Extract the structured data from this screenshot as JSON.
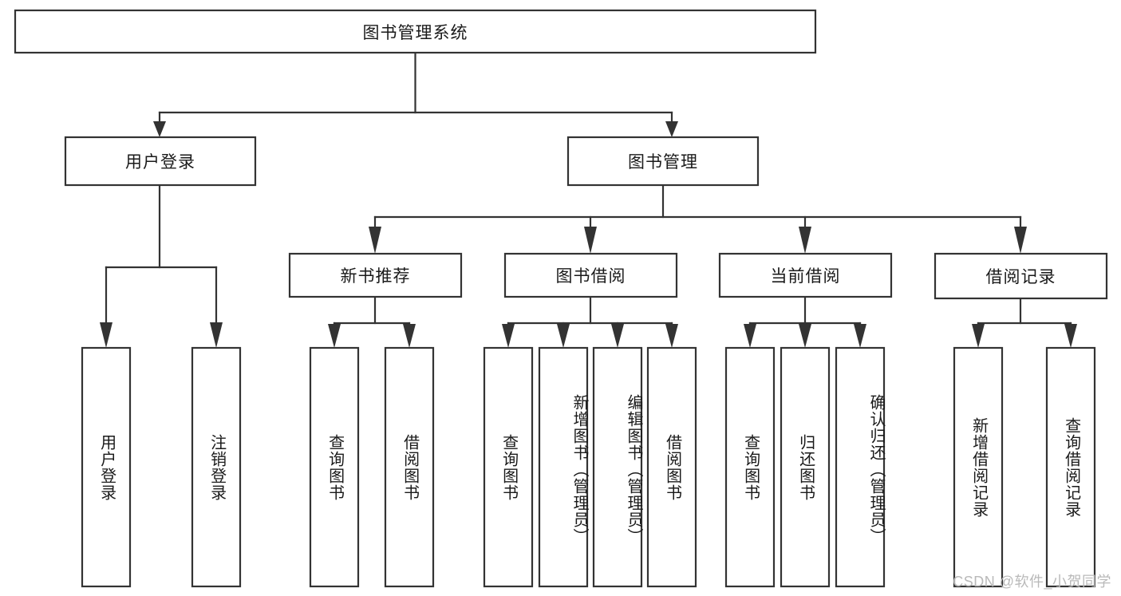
{
  "diagram": {
    "title": "图书管理系统",
    "type": "tree-hierarchy-chart",
    "background_color": "#ffffff",
    "line_color": "#333333",
    "text_color": "#1a1a1a",
    "root": {
      "id": "root",
      "label": "图书管理系统",
      "orientation": "horizontal"
    },
    "level1": [
      {
        "id": "user-login",
        "label": "用户登录",
        "orientation": "horizontal"
      },
      {
        "id": "book-manage",
        "label": "图书管理",
        "orientation": "horizontal"
      }
    ],
    "level2": [
      {
        "id": "new-book-recommend",
        "label": "新书推荐",
        "orientation": "horizontal",
        "parent": "book-manage"
      },
      {
        "id": "book-borrow",
        "label": "图书借阅",
        "orientation": "horizontal",
        "parent": "book-manage"
      },
      {
        "id": "current-borrow",
        "label": "当前借阅",
        "orientation": "horizontal",
        "parent": "book-manage"
      },
      {
        "id": "borrow-record",
        "label": "借阅记录",
        "orientation": "horizontal",
        "parent": "book-manage"
      }
    ],
    "leaves": {
      "user_login": [
        {
          "id": "leaf-user-login",
          "label": "用户登录",
          "orientation": "vertical"
        },
        {
          "id": "leaf-logout-login",
          "label": "注销登录",
          "orientation": "vertical"
        }
      ],
      "new_book_recommend": [
        {
          "id": "leaf-query-book-1",
          "label": "查询图书",
          "orientation": "vertical"
        },
        {
          "id": "leaf-borrow-book-1",
          "label": "借阅图书",
          "orientation": "vertical"
        }
      ],
      "book_borrow": [
        {
          "id": "leaf-query-book-2",
          "label": "查询图书",
          "orientation": "vertical"
        },
        {
          "id": "leaf-add-book",
          "label": "新增图书（管理员）",
          "orientation": "vertical"
        },
        {
          "id": "leaf-edit-book",
          "label": "编辑图书（管理员）",
          "orientation": "vertical"
        },
        {
          "id": "leaf-borrow-book-2",
          "label": "借阅图书",
          "orientation": "vertical"
        }
      ],
      "current_borrow": [
        {
          "id": "leaf-query-book-3",
          "label": "查询图书",
          "orientation": "vertical"
        },
        {
          "id": "leaf-return-book",
          "label": "归还图书",
          "orientation": "vertical"
        },
        {
          "id": "leaf-confirm-return",
          "label": "确认归还（管理员）",
          "orientation": "vertical"
        }
      ],
      "borrow_record": [
        {
          "id": "leaf-add-borrow-record",
          "label": "新增借阅记录",
          "orientation": "vertical"
        },
        {
          "id": "leaf-query-borrow-record",
          "label": "查询借阅记录",
          "orientation": "vertical"
        }
      ]
    }
  },
  "watermark": {
    "text": "CSDN @软件_小贺同学"
  }
}
